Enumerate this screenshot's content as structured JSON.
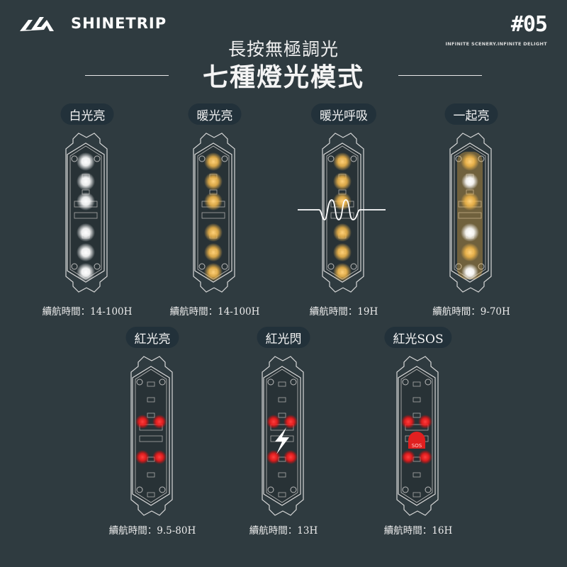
{
  "brand": {
    "name": "SHINETRIP",
    "logo_icon": "mountain-logo-icon"
  },
  "tag": {
    "number": "#05",
    "slogan": "INFINITE SCENERY.INFINITE DELIGHT"
  },
  "header": {
    "subtitle": "長按無極調光",
    "title": "七種燈光模式"
  },
  "colors": {
    "background": "#2f3b40",
    "pill": "#22313a",
    "white_led": "#ffffff",
    "warm_led": "#f5b94a",
    "red_led": "#ff2020"
  },
  "modes": [
    {
      "label": "白光亮",
      "runtime": "續航時間：14-100H",
      "led": "white",
      "overlay": "none"
    },
    {
      "label": "暖光亮",
      "runtime": "續航時間：14-100H",
      "led": "warm",
      "overlay": "none"
    },
    {
      "label": "暖光呼吸",
      "runtime": "續航時間：19H",
      "led": "warm",
      "overlay": "wave-icon"
    },
    {
      "label": "一起亮",
      "runtime": "續航時間：9-70H",
      "led": "mixed",
      "overlay": "none"
    },
    {
      "label": "紅光亮",
      "runtime": "續航時間：9.5-80H",
      "led": "red",
      "overlay": "none"
    },
    {
      "label": "紅光閃",
      "runtime": "續航時間：13H",
      "led": "red",
      "overlay": "lightning-icon"
    },
    {
      "label": "紅光SOS",
      "runtime": "續航時間：16H",
      "led": "red",
      "overlay": "sos-icon",
      "sos_text": "SOS"
    }
  ]
}
